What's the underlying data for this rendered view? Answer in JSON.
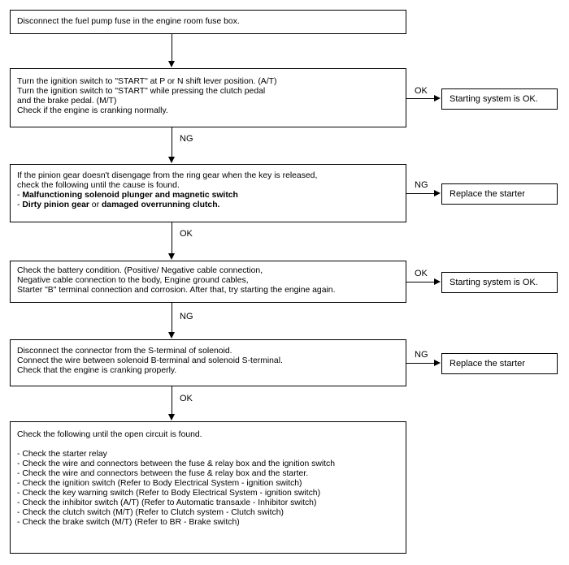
{
  "step1": {
    "text": "Disconnect the fuel pump fuse in the engine room fuse box."
  },
  "step2": {
    "lines": [
      "Turn the ignition switch to \"START\" at P or N shift lever position. (A/T)",
      "Turn the ignition switch to \"START\" while pressing the clutch pedal",
      "and the brake pedal. (M/T)",
      "Check if the engine is cranking normally."
    ],
    "branch_label": "OK",
    "branch_result": "Starting system is OK.",
    "down_label": "NG"
  },
  "step3": {
    "lines": [
      "If the pinion gear doesn't disengage from the ring gear when the key is released,",
      "check the following until the cause is found."
    ],
    "item1_prefix": "- ",
    "item1_bold": "Malfunctioning solenoid plunger and magnetic switch",
    "item2_prefix": "- ",
    "item2_bold_a": "Dirty pinion gear",
    "item2_mid": " or ",
    "item2_bold_b": "damaged overrunning clutch.",
    "branch_label": "NG",
    "branch_result": "Replace the starter",
    "down_label": "OK"
  },
  "step4": {
    "lines": [
      "Check the battery condition. (Positive/ Negative cable connection,",
      "Negative cable connection to the body, Engine ground cables,",
      "Starter \"B\" terminal connection and corrosion. After that, try starting the engine again."
    ],
    "branch_label": "OK",
    "branch_result": "Starting system is OK.",
    "down_label": "NG"
  },
  "step5": {
    "lines": [
      "Disconnect the connector from the S-terminal of solenoid.",
      "Connect the wire between solenoid B-terminal and solenoid S-terminal.",
      "Check that the engine is cranking properly."
    ],
    "branch_label": "NG",
    "branch_result": "Replace the starter",
    "down_label": "OK"
  },
  "step6": {
    "heading": "Check the following until the open circuit is found.",
    "items": [
      "- Check the starter relay",
      "- Check the wire and connectors between the fuse & relay box and the ignition switch",
      "- Check the wire and connectors between the fuse & relay box and the starter.",
      "- Check the ignition switch (Refer to Body Electrical System - ignition switch)",
      "- Check the key warning switch (Refer to Body Electrical System - ignition switch)",
      "- Check the inhibitor switch (A/T) (Refer to Automatic transaxle - Inhibitor switch)",
      "- Check the clutch switch (M/T) (Refer to Clutch system - Clutch switch)",
      "- Check the brake switch (M/T) (Refer to BR - Brake switch)"
    ]
  }
}
